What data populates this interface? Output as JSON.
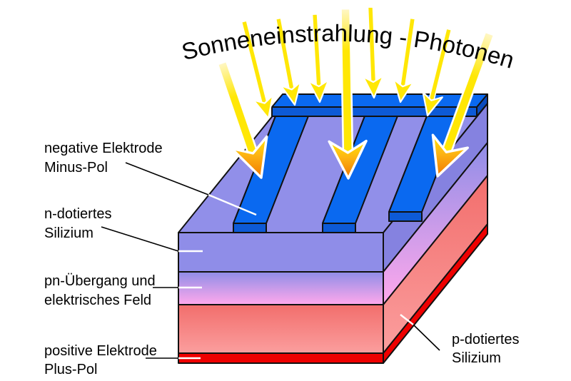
{
  "title": "Sonneneinstrahlung - Photonen",
  "labels": {
    "negative_electrode": {
      "line1": "negative Elektrode",
      "line2": "Minus-Pol"
    },
    "n_silicon": {
      "line1": "n-dotiertes",
      "line2": "Silizium"
    },
    "pn_junction": {
      "line1": "pn-Übergang und",
      "line2": "elektrisches Feld"
    },
    "positive_electrode": {
      "line1": "positive Elektrode",
      "line2": "Plus-Pol"
    },
    "p_silicon": {
      "line1": "p-dotiertes",
      "line2": "Silizium"
    }
  },
  "layers_top_to_bottom": [
    "negative Elektrode / Minus-Pol (blaue Kontaktfinger)",
    "n-dotiertes Silizium",
    "pn-Übergang und elektrisches Feld",
    "p-dotiertes Silizium",
    "positive Elektrode / Plus-Pol"
  ],
  "photon_arrows": {
    "thin_count": 6,
    "thick_count": 3
  },
  "colors": {
    "background": "#FFFFFF",
    "electrode_blue_top": "#0A69F0",
    "electrode_blue_side": "#0A4BBE",
    "electrode_blue_front": "#0D5AD6",
    "n_silicon_purple": "#8F8DE8",
    "n_silicon_purple_side": "#8582E0",
    "top_face_purple": "#918FE9",
    "pn_pink_mid": "#C89BE9",
    "pn_pink": "#FFA8EC",
    "p_salmon_dark": "#F26E6C",
    "p_salmon_light": "#FB9E9E",
    "positive_red": "#EE0000",
    "photon_yellow": "#FFE705",
    "photon_pale": "#FFF7C8",
    "photon_orange": "#F07800",
    "outline": "#111111",
    "text": "#000000"
  }
}
